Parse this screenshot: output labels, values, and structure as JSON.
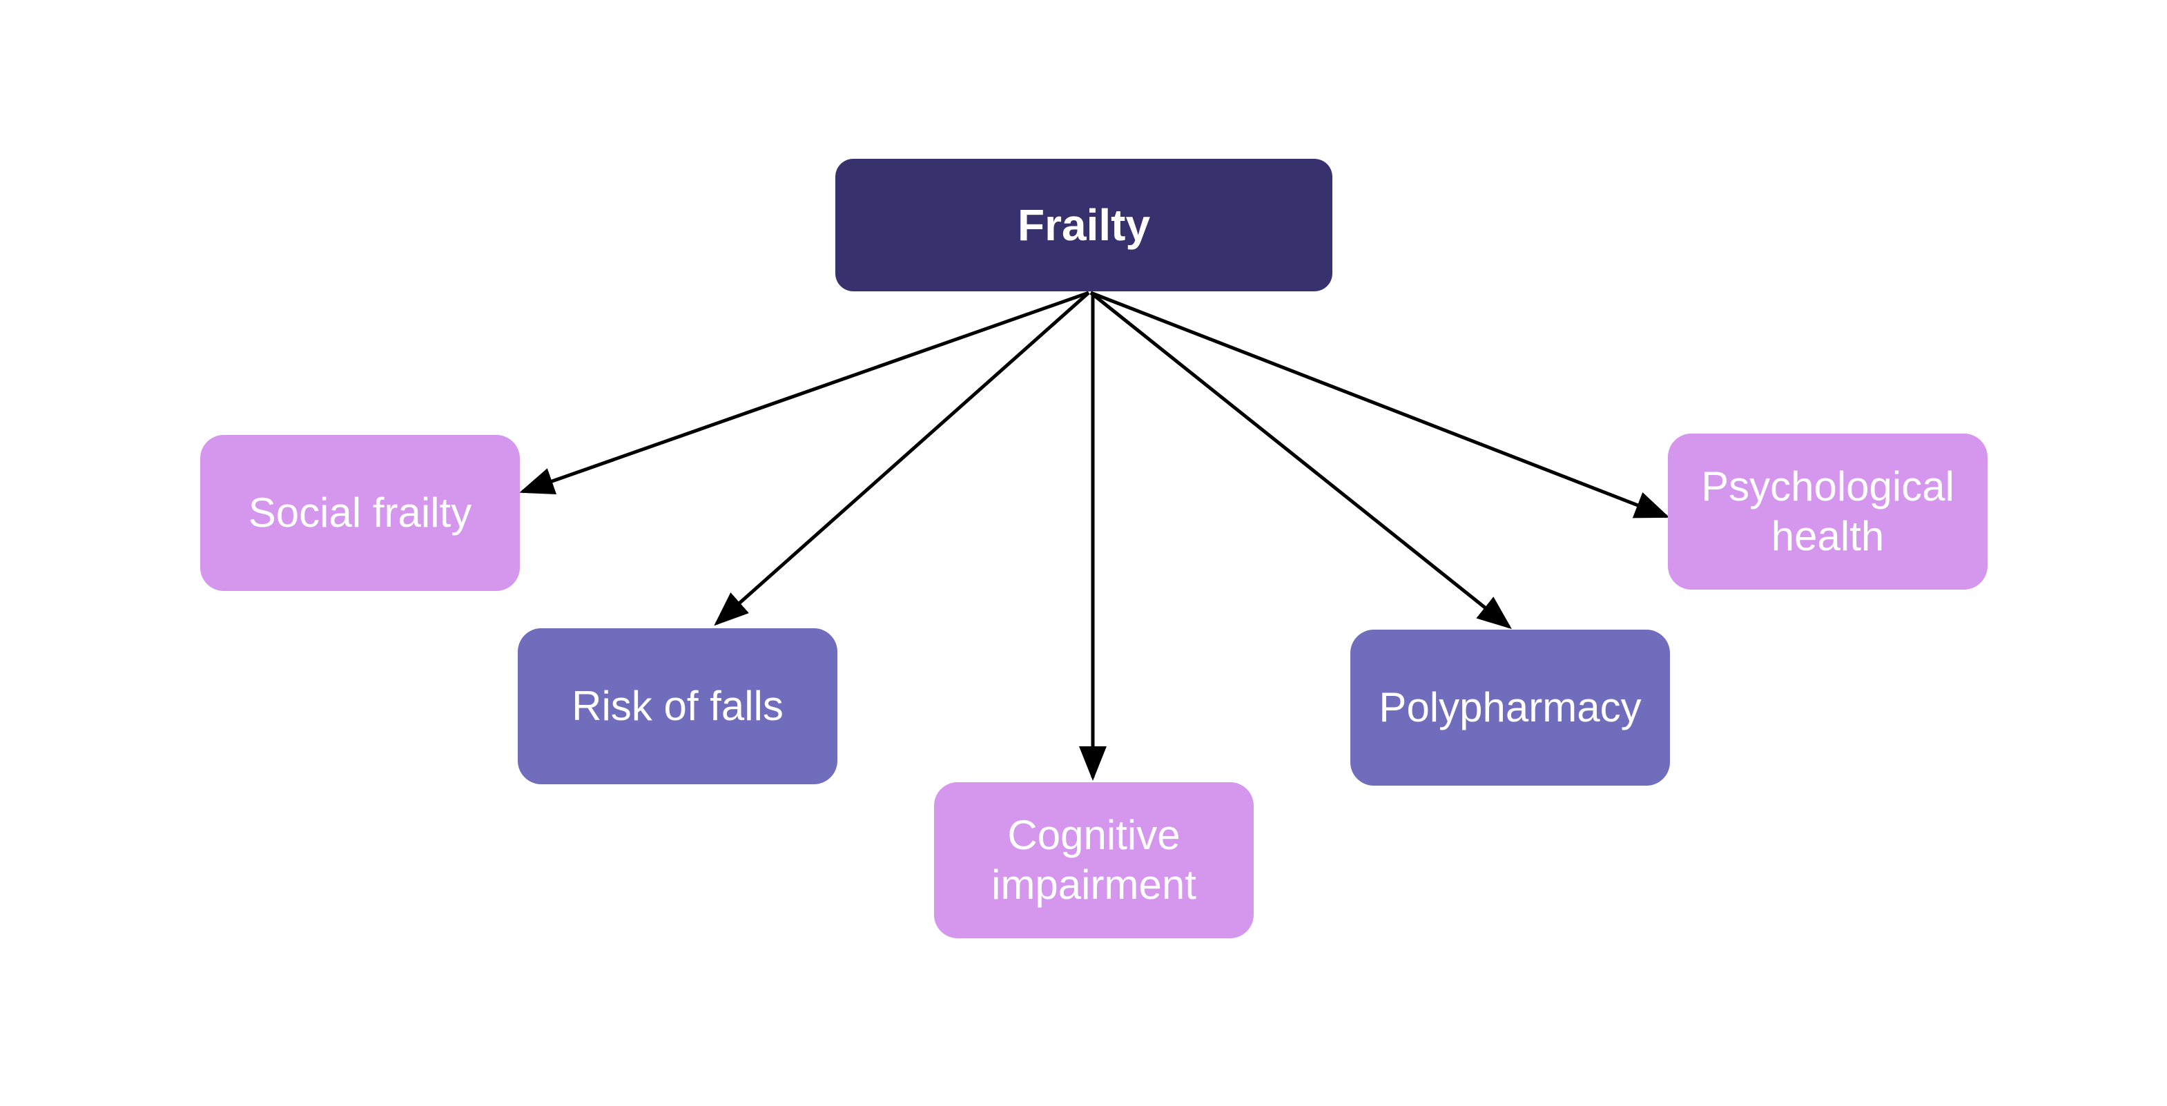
{
  "diagram": {
    "title": "Frailty",
    "colors": {
      "root": "#37326e",
      "light": "#d596ee",
      "medium": "#706dbc",
      "arrow": "#000000"
    },
    "root": {
      "id": "frailty",
      "label": "Frailty",
      "style": "root"
    },
    "children": [
      {
        "id": "social",
        "label": "Social frailty",
        "style": "light"
      },
      {
        "id": "falls",
        "label": "Risk of falls",
        "style": "medium"
      },
      {
        "id": "cognitive",
        "label": "Cognitive\nimpairment",
        "style": "light"
      },
      {
        "id": "poly",
        "label": "Polypharmacy",
        "style": "medium"
      },
      {
        "id": "psych",
        "label": "Psychological\nhealth",
        "style": "light"
      }
    ],
    "edges": [
      {
        "from": "frailty",
        "to": "social"
      },
      {
        "from": "frailty",
        "to": "falls"
      },
      {
        "from": "frailty",
        "to": "cognitive"
      },
      {
        "from": "frailty",
        "to": "poly"
      },
      {
        "from": "frailty",
        "to": "psych"
      }
    ]
  }
}
